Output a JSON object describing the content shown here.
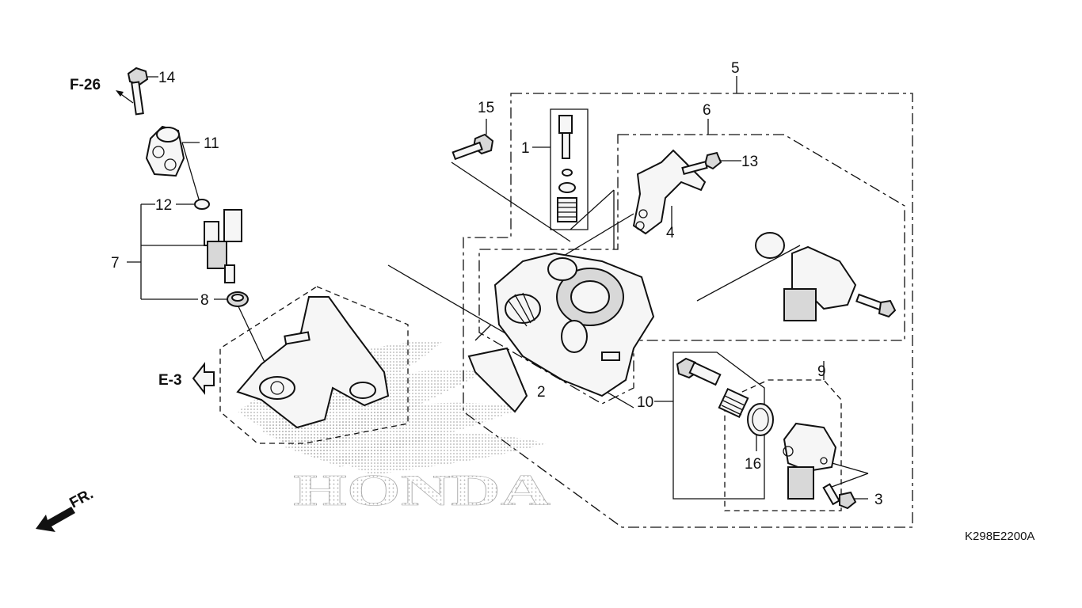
{
  "diagram": {
    "callouts": {
      "p1": "1",
      "p2": "2",
      "p3": "3",
      "p4": "4",
      "p5": "5",
      "p6": "6",
      "p7": "7",
      "p8": "8",
      "p9": "9",
      "p10": "10",
      "p11": "11",
      "p12": "12",
      "p13": "13",
      "p14": "14",
      "p15": "15",
      "p16": "16"
    },
    "refs": {
      "f26": "F-26",
      "e3": "E-3",
      "fr": "FR."
    },
    "watermark": "HONDA",
    "figure_code": "K298E2200A"
  }
}
